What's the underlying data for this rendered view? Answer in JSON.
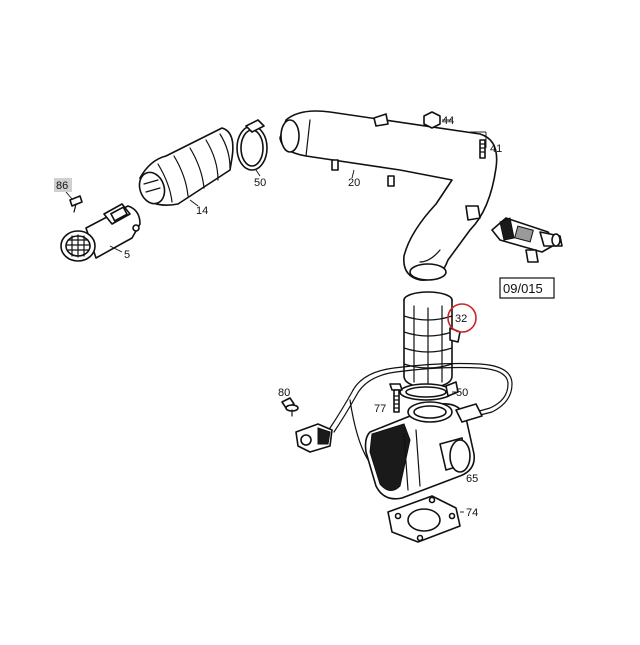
{
  "diagram": {
    "labels": {
      "p86": "86",
      "p5": "5",
      "p14": "14",
      "p50a": "50",
      "p20": "20",
      "p44": "44",
      "p41": "41",
      "p32": "32",
      "p80": "80",
      "p77": "77",
      "p50b": "50",
      "p65": "65",
      "p74": "74",
      "ref": "09/015"
    },
    "colors": {
      "highlight_ring": "#cc2222",
      "label_bg_86": "#cfcfcf"
    }
  }
}
